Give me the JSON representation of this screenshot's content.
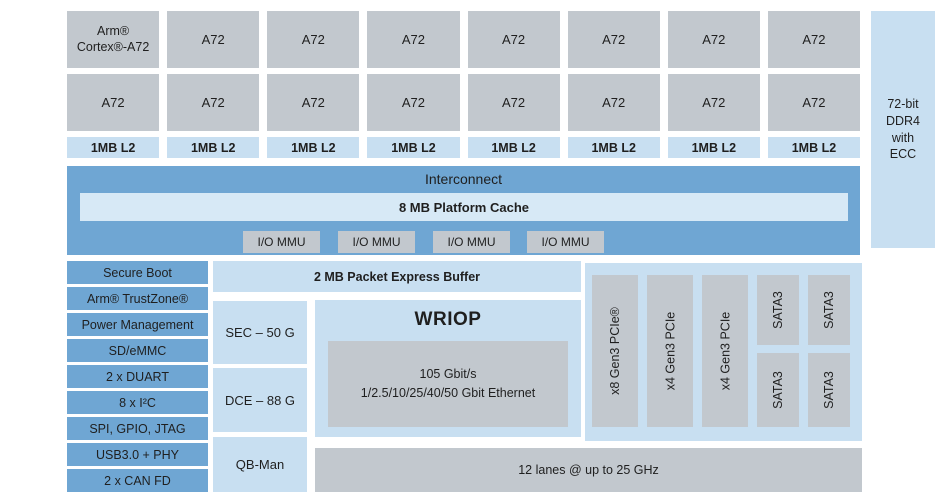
{
  "diagram": {
    "description": "SoC block diagram with 16 Arm Cortex-A72 cores, interconnect, accelerators and I/O",
    "cores": {
      "first_label": "Arm®\nCortex®-A72",
      "core_label": "A72",
      "l2_label": "1MB L2",
      "columns": 8,
      "core_rows": 2
    },
    "ddr": {
      "label": "72-bit\nDDR4\nwith\nECC"
    },
    "interconnect": {
      "label": "Interconnect",
      "cache_label": "8 MB Platform Cache",
      "iommu_label": "I/O MMU",
      "iommu_count": 4
    },
    "left_column": {
      "items": [
        "Secure Boot",
        "Arm® TrustZone®",
        "Power Management",
        "SD/eMMC",
        "2 x DUART",
        "8 x I²C",
        "SPI, GPIO, JTAG",
        "USB3.0 + PHY",
        "2 x CAN FD"
      ]
    },
    "middle_column": {
      "items": [
        "SEC – 50 G",
        "DCE – 88 G",
        "QB-Man"
      ]
    },
    "packet_buffer": {
      "label": "2 MB Packet Express Buffer"
    },
    "wriop": {
      "title": "WRIOP",
      "detail": "105 Gbit/s\n1/2.5/10/25/40/50 Gbit Ethernet"
    },
    "serdes_panel": {
      "blocks": [
        "x8 Gen3 PCIe®",
        "x4 Gen3 PCIe",
        "x4 Gen3 PCIe",
        "SATA3",
        "SATA3",
        "SATA3",
        "SATA3"
      ]
    },
    "lanes_bar": {
      "label": "12 lanes @ up to 25 GHz"
    },
    "colors": {
      "block_gray": "#c2c8ce",
      "medium_blue": "#6fa6d3",
      "light_blue": "#c8dff1",
      "cache_blue": "#d7e9f6",
      "text": "#1f1f1f",
      "background": "#ffffff"
    }
  }
}
